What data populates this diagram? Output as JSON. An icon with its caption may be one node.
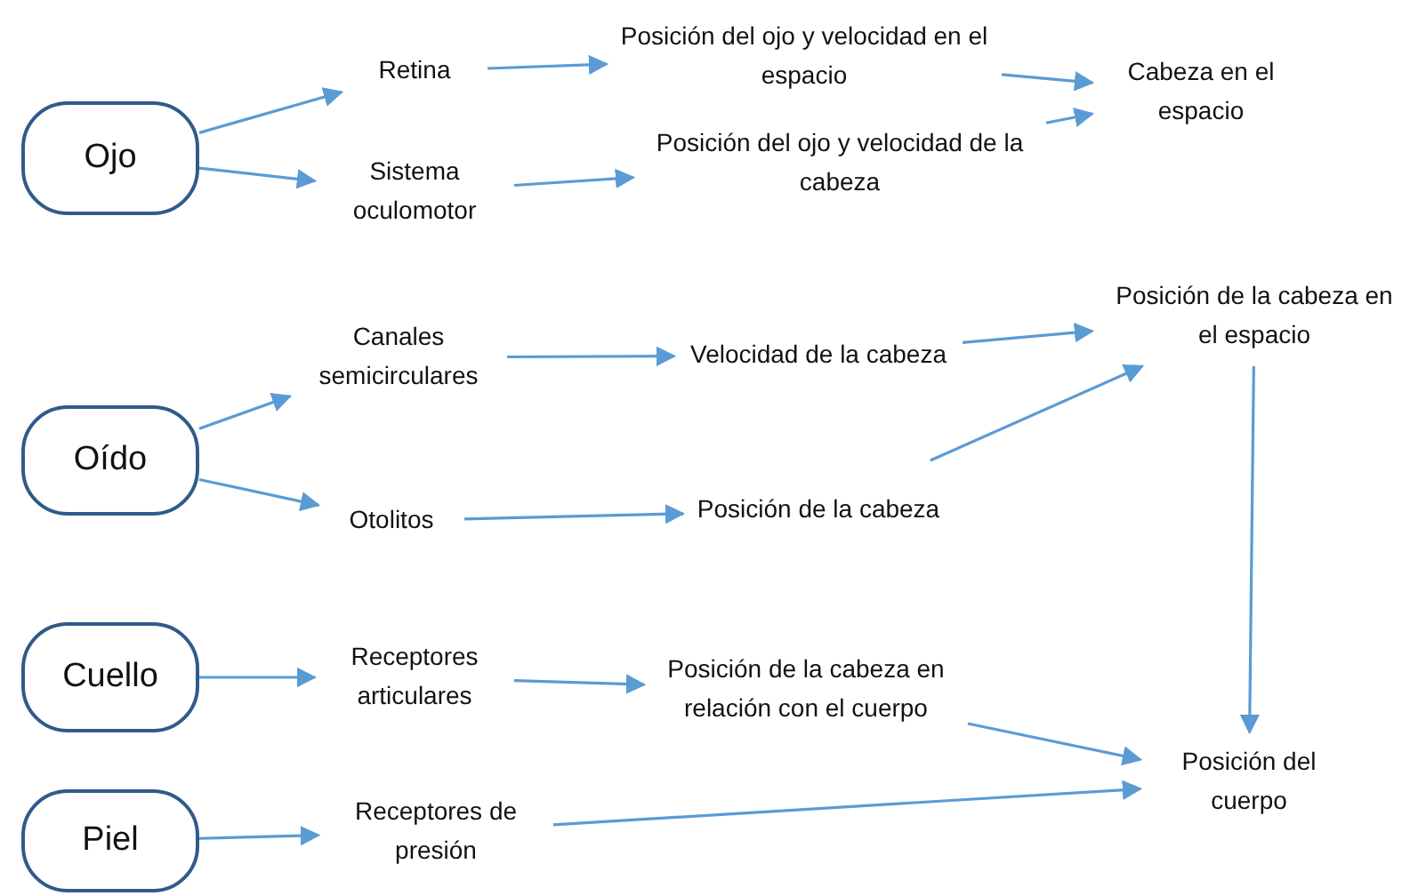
{
  "diagram": {
    "nodes": [
      {
        "text": [
          "Ojo"
        ]
      },
      {
        "text": [
          "Retina"
        ]
      },
      {
        "text": [
          "Sistema oculomotor"
        ]
      },
      {
        "text": [
          "Posición del ojo y velocidad en el espacio"
        ]
      },
      {
        "text": [
          "Posición del ojo y velocidad de la cabeza"
        ]
      },
      {
        "text": [
          "Cabeza en el espacio"
        ]
      },
      {
        "text": [
          "Oído"
        ]
      },
      {
        "text": [
          "Canales semicirculares"
        ]
      },
      {
        "text": [
          "Otolitos"
        ]
      },
      {
        "text": [
          "Velocidad de la cabeza"
        ]
      },
      {
        "text": [
          "Posición de la cabeza"
        ]
      },
      {
        "text": [
          "Posición de la cabeza en el espacio"
        ]
      },
      {
        "text": [
          "Cuello"
        ]
      },
      {
        "text": [
          "Receptores articulares"
        ]
      },
      {
        "text": [
          "Posición de la cabeza en relación con el cuerpo"
        ]
      },
      {
        "text": [
          "Posición del cuerpo"
        ]
      },
      {
        "text": [
          "Piel"
        ]
      },
      {
        "text": [
          "Receptores de presión"
        ]
      }
    ],
    "edges": [
      {
        "from": 0,
        "to": 1,
        "arrow": "to"
      },
      {
        "from": 0,
        "to": 2,
        "arrow": "to"
      },
      {
        "from": 1,
        "to": 3,
        "arrow": "to"
      },
      {
        "from": 2,
        "to": 4,
        "arrow": "to"
      },
      {
        "from": 3,
        "to": 5,
        "arrow": "to"
      },
      {
        "from": 4,
        "to": 5,
        "arrow": "to"
      },
      {
        "from": 6,
        "to": 7,
        "arrow": "to"
      },
      {
        "from": 6,
        "to": 8,
        "arrow": "to"
      },
      {
        "from": 7,
        "to": 9,
        "arrow": "to"
      },
      {
        "from": 8,
        "to": 10,
        "arrow": "to"
      },
      {
        "from": 9,
        "to": 11,
        "arrow": "to"
      },
      {
        "from": 10,
        "to": 11,
        "arrow": "to"
      },
      {
        "from": 11,
        "to": 15,
        "arrow": "to"
      },
      {
        "from": 12,
        "to": 13,
        "arrow": "to"
      },
      {
        "from": 13,
        "to": 14,
        "arrow": "to"
      },
      {
        "from": 14,
        "to": 15,
        "arrow": "to"
      },
      {
        "from": 16,
        "to": 17,
        "arrow": "to"
      },
      {
        "from": 17,
        "to": 15,
        "arrow": "to"
      }
    ]
  }
}
